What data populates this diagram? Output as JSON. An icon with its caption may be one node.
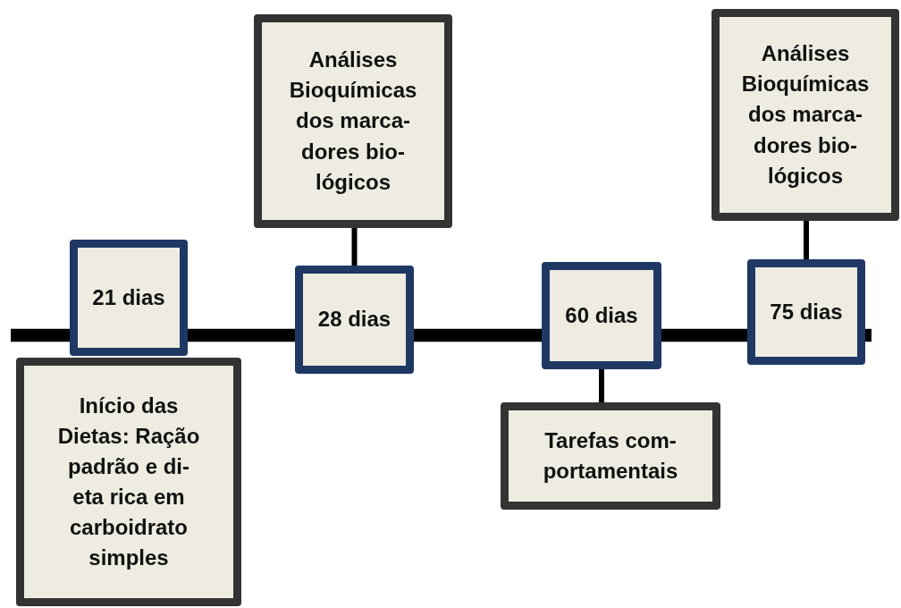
{
  "diagram": {
    "nodes": [
      {
        "text": [
          "21 dias"
        ]
      },
      {
        "text": [
          "Início das Dietas: Ração padrão e di- eta rica em carboidrato simples"
        ]
      },
      {
        "text": [
          "Análises Bioquímicas dos marca- dores bio- lógicos"
        ]
      },
      {
        "text": [
          "28 dias"
        ]
      },
      {
        "text": [
          "60 dias"
        ]
      },
      {
        "text": [
          "Tarefas com- portamentais"
        ]
      },
      {
        "text": [
          "Análises Bioquímicas dos marca- dores bio- lógicos"
        ]
      },
      {
        "text": [
          "75 dias"
        ]
      }
    ],
    "edges": [
      {
        "from": null,
        "to": 0,
        "arrow": "none"
      },
      {
        "from": 0,
        "to": 3,
        "arrow": "none"
      },
      {
        "from": 3,
        "to": 4,
        "arrow": "none"
      },
      {
        "from": 4,
        "to": 7,
        "arrow": "none"
      },
      {
        "from": 7,
        "to": null,
        "arrow": "none"
      },
      {
        "from": 2,
        "to": 3,
        "arrow": "none"
      },
      {
        "from": 4,
        "to": 5,
        "arrow": "none"
      },
      {
        "from": 6,
        "to": 7,
        "arrow": "none"
      }
    ]
  }
}
